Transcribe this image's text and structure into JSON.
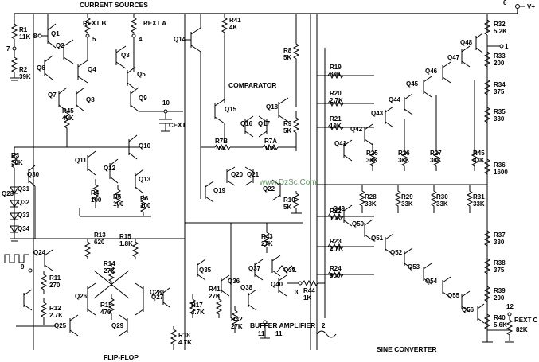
{
  "sections": {
    "current_sources": "CURRENT SOURCES",
    "comparator": "COMPARATOR",
    "buffer_amplifier": "BUFFER AMPLIFIER",
    "sine_converter": "SINE CONVERTER",
    "flip_flop": "FLIP-FLOP"
  },
  "rails": {
    "vplus": "V+",
    "pin6": "6",
    "pin1": "1",
    "pin2": "2",
    "pin3": "3",
    "pin4": "4",
    "pin5": "5",
    "pin7": "7",
    "pin8": "8",
    "pin9": "9",
    "pin10": "10",
    "pin11a": "11",
    "pin11b": "11",
    "pin12": "12"
  },
  "ext_labels": {
    "rext_b": "REXT B",
    "rext_a": "REXT A",
    "cext": "CEXT",
    "rext_c": "REXT C",
    "rext_c_val": "82K"
  },
  "watermark": "www.DzSc.Com",
  "resistors": [
    {
      "id": "R1",
      "name": "R1",
      "val": "11K"
    },
    {
      "id": "R2",
      "name": "R2",
      "val": "39K"
    },
    {
      "id": "R3",
      "name": "R3",
      "val": "30K"
    },
    {
      "id": "R4",
      "name": "R4",
      "val": "100"
    },
    {
      "id": "R5",
      "name": "R5",
      "val": "100"
    },
    {
      "id": "R6",
      "name": "R6",
      "val": "100"
    },
    {
      "id": "R7A",
      "name": "R7A",
      "val": "10K"
    },
    {
      "id": "R7B",
      "name": "R7B",
      "val": "15K"
    },
    {
      "id": "R8",
      "name": "R8",
      "val": "5K"
    },
    {
      "id": "R9",
      "name": "R9",
      "val": "5K"
    },
    {
      "id": "R10",
      "name": "R10",
      "val": "5K"
    },
    {
      "id": "R11",
      "name": "R11",
      "val": "270"
    },
    {
      "id": "R12",
      "name": "R12",
      "val": "2.7K"
    },
    {
      "id": "R13",
      "name": "R13",
      "val": "620"
    },
    {
      "id": "R14",
      "name": "R14",
      "val": "27K"
    },
    {
      "id": "R15",
      "name": "R15",
      "val": "1.8K"
    },
    {
      "id": "R15b",
      "name": "R15",
      "val": "470"
    },
    {
      "id": "R17",
      "name": "R17",
      "val": "4.7K"
    },
    {
      "id": "R18",
      "name": "R18",
      "val": "4.7K"
    },
    {
      "id": "R19",
      "name": "R19",
      "val": "800"
    },
    {
      "id": "R20",
      "name": "R20",
      "val": "2.7K"
    },
    {
      "id": "R21",
      "name": "R21",
      "val": "10K"
    },
    {
      "id": "R22",
      "name": "R22",
      "val": "10K"
    },
    {
      "id": "R23",
      "name": "R23",
      "val": "2.7K"
    },
    {
      "id": "R24",
      "name": "R24",
      "val": "800"
    },
    {
      "id": "R25",
      "name": "R25",
      "val": "33K"
    },
    {
      "id": "R26",
      "name": "R26",
      "val": "33K"
    },
    {
      "id": "R27",
      "name": "R27",
      "val": "33K"
    },
    {
      "id": "R28",
      "name": "R28",
      "val": "33K"
    },
    {
      "id": "R29",
      "name": "R29",
      "val": "33K"
    },
    {
      "id": "R30",
      "name": "R30",
      "val": "33K"
    },
    {
      "id": "R31",
      "name": "R31",
      "val": "33K"
    },
    {
      "id": "R32",
      "name": "R32",
      "val": "5.2K"
    },
    {
      "id": "R33",
      "name": "R33",
      "val": "200"
    },
    {
      "id": "R34",
      "name": "R34",
      "val": "375"
    },
    {
      "id": "R35",
      "name": "R35",
      "val": "330"
    },
    {
      "id": "R36",
      "name": "R36",
      "val": "1600"
    },
    {
      "id": "R37",
      "name": "R37",
      "val": "330"
    },
    {
      "id": "R38",
      "name": "R38",
      "val": "375"
    },
    {
      "id": "R39",
      "name": "R39",
      "val": "200"
    },
    {
      "id": "R40",
      "name": "R40",
      "val": "5.6K"
    },
    {
      "id": "R41",
      "name": "R41",
      "val": "4K"
    },
    {
      "id": "R41b",
      "name": "R41",
      "val": "27K"
    },
    {
      "id": "R42",
      "name": "R42",
      "val": "27K"
    },
    {
      "id": "R43",
      "name": "R43",
      "val": "27K"
    },
    {
      "id": "R44",
      "name": "R44",
      "val": "1K"
    },
    {
      "id": "R45",
      "name": "R45",
      "val": "40K"
    },
    {
      "id": "R45b",
      "name": "R45",
      "val": "33K"
    }
  ],
  "transistors": [
    "Q1",
    "Q2",
    "Q3",
    "Q4",
    "Q5",
    "Q6",
    "Q7",
    "Q8",
    "Q9",
    "Q10",
    "Q11",
    "Q12",
    "Q13",
    "Q14",
    "Q15",
    "Q16",
    "Q17",
    "Q18",
    "Q19",
    "Q20",
    "Q21",
    "Q22",
    "Q23",
    "Q24",
    "Q25",
    "Q26",
    "Q27",
    "Q28",
    "Q29",
    "Q30",
    "Q31",
    "Q32",
    "Q33",
    "Q34",
    "Q35",
    "Q36",
    "Q37",
    "Q38",
    "Q39",
    "Q40",
    "Q41",
    "Q42",
    "Q43",
    "Q44",
    "Q45",
    "Q46",
    "Q47",
    "Q48",
    "Q49",
    "Q50",
    "Q51",
    "Q52",
    "Q53",
    "Q54",
    "Q55",
    "Q56"
  ]
}
